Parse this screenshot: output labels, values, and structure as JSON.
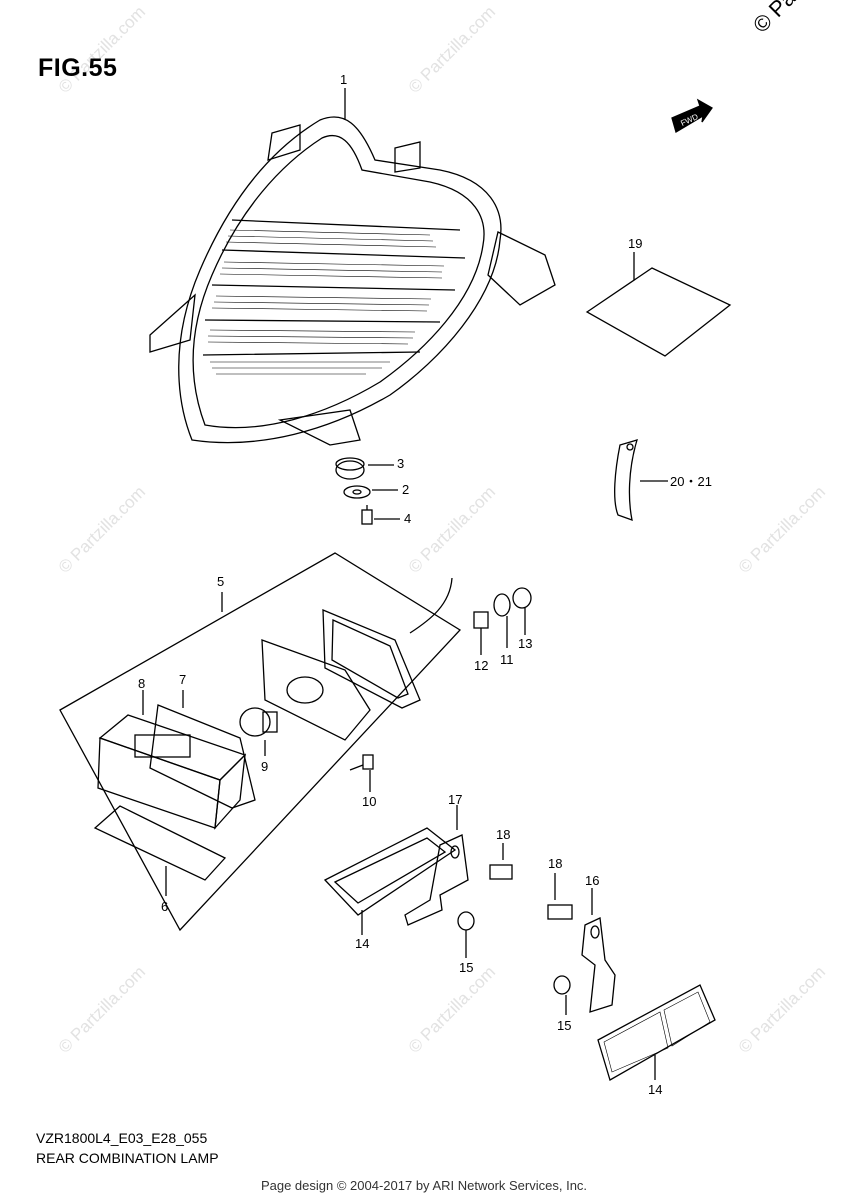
{
  "figure": {
    "title": "FIG.55",
    "copyright": "© Partzilla",
    "model_code": "VZR1800L4_E03_E28_055",
    "section_name": "REAR COMBINATION LAMP",
    "fwd_label": "FWD"
  },
  "footer": "Page design © 2004-2017 by ARI Network Services, Inc.",
  "watermark": "© Partzilla.com",
  "callouts": {
    "c1": "1",
    "c2": "2",
    "c3": "3",
    "c4": "4",
    "c5": "5",
    "c6": "6",
    "c7": "7",
    "c8": "8",
    "c9": "9",
    "c10": "10",
    "c11": "11",
    "c12": "12",
    "c13": "13",
    "c14a": "14",
    "c14b": "14",
    "c15a": "15",
    "c15b": "15",
    "c16": "16",
    "c17": "17",
    "c18a": "18",
    "c18b": "18",
    "c19": "19",
    "c20": "20・21"
  }
}
